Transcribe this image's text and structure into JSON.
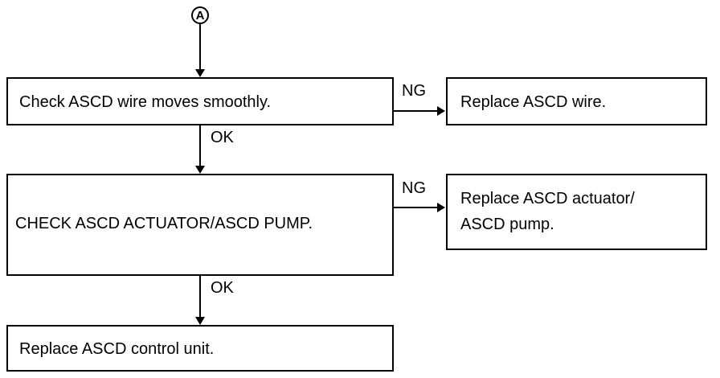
{
  "connector_in": {
    "label": "A"
  },
  "steps": {
    "check_wire": "Check ASCD wire moves smoothly.",
    "replace_wire": "Replace ASCD wire.",
    "check_actuator": "CHECK ASCD ACTUATOR/ASCD PUMP.",
    "replace_actuator_line1": "Replace ASCD actuator/",
    "replace_actuator_line2": "ASCD pump.",
    "replace_control_unit": "Replace ASCD control unit."
  },
  "labels": {
    "ng_1": "NG",
    "ok_1": "OK",
    "ng_2": "NG",
    "ok_2": "OK"
  }
}
